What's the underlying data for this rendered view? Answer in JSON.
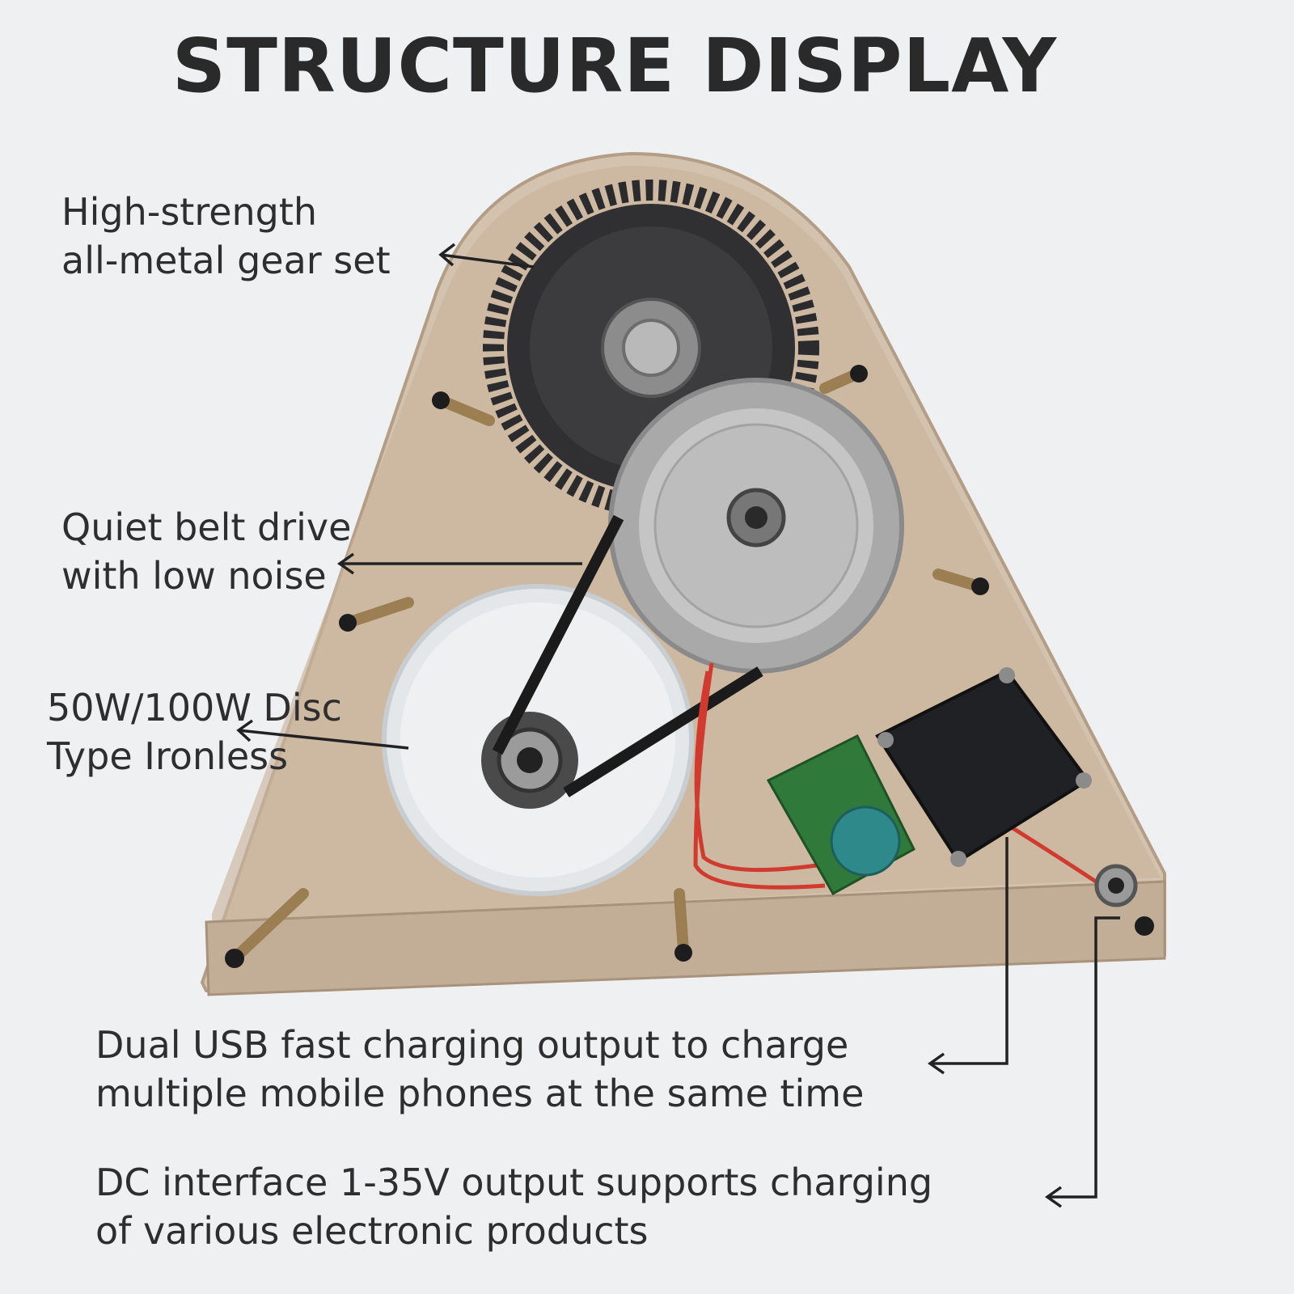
{
  "title": "STRUCTURE DISPLAY",
  "callouts": {
    "gear": [
      "High-strength",
      "all-metal gear set"
    ],
    "belt": [
      "Quiet belt drive",
      "with low noise"
    ],
    "disc": [
      "50W/100W Disc",
      "Type Ironless"
    ],
    "usb": [
      "Dual USB fast charging output to charge",
      "multiple mobile phones at the same time"
    ],
    "dc": [
      "DC interface 1-35V output supports charging",
      "of various electronic products"
    ]
  },
  "colors": {
    "background": "#eff0f2",
    "panel": "#cdb9a3",
    "panel_edge": "#b9a58f",
    "gear": "#2f2f31",
    "pulley": "#b7b7b7",
    "disc_generator": "#e9ecee",
    "belt": "#1c1c1c",
    "circuit_board": "#1f2124",
    "pcb_green": "#2f7a3b",
    "wire": "#d23a2e",
    "text": "#2e2e2e"
  }
}
